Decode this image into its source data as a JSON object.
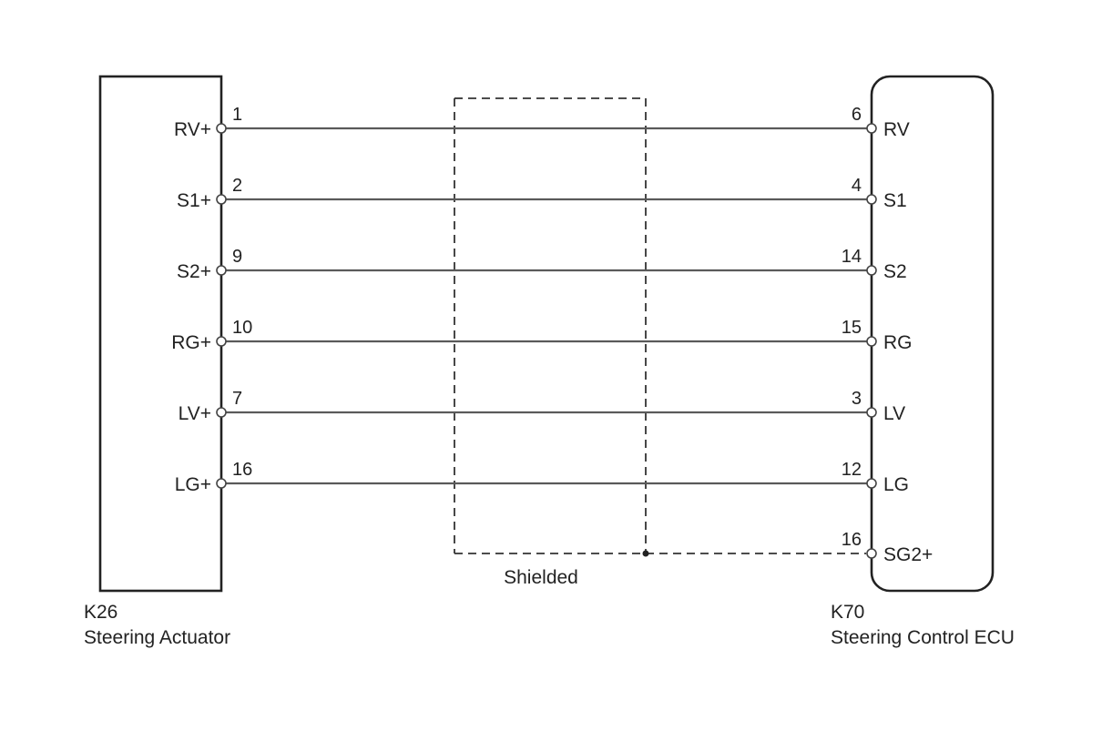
{
  "left_component": {
    "code": "K26",
    "name": "Steering Actuator"
  },
  "right_component": {
    "code": "K70",
    "name": "Steering Control ECU"
  },
  "shield_label": "Shielded",
  "wires": [
    {
      "left_label": "RV+",
      "left_pin": "1",
      "right_pin": "6",
      "right_label": "RV"
    },
    {
      "left_label": "S1+",
      "left_pin": "2",
      "right_pin": "4",
      "right_label": "S1"
    },
    {
      "left_label": "S2+",
      "left_pin": "9",
      "right_pin": "14",
      "right_label": "S2"
    },
    {
      "left_label": "RG+",
      "left_pin": "10",
      "right_pin": "15",
      "right_label": "RG"
    },
    {
      "left_label": "LV+",
      "left_pin": "7",
      "right_pin": "3",
      "right_label": "LV"
    },
    {
      "left_label": "LG+",
      "left_pin": "16",
      "right_pin": "12",
      "right_label": "LG"
    }
  ],
  "shield_ground": {
    "right_pin": "16",
    "right_label": "SG2+"
  }
}
